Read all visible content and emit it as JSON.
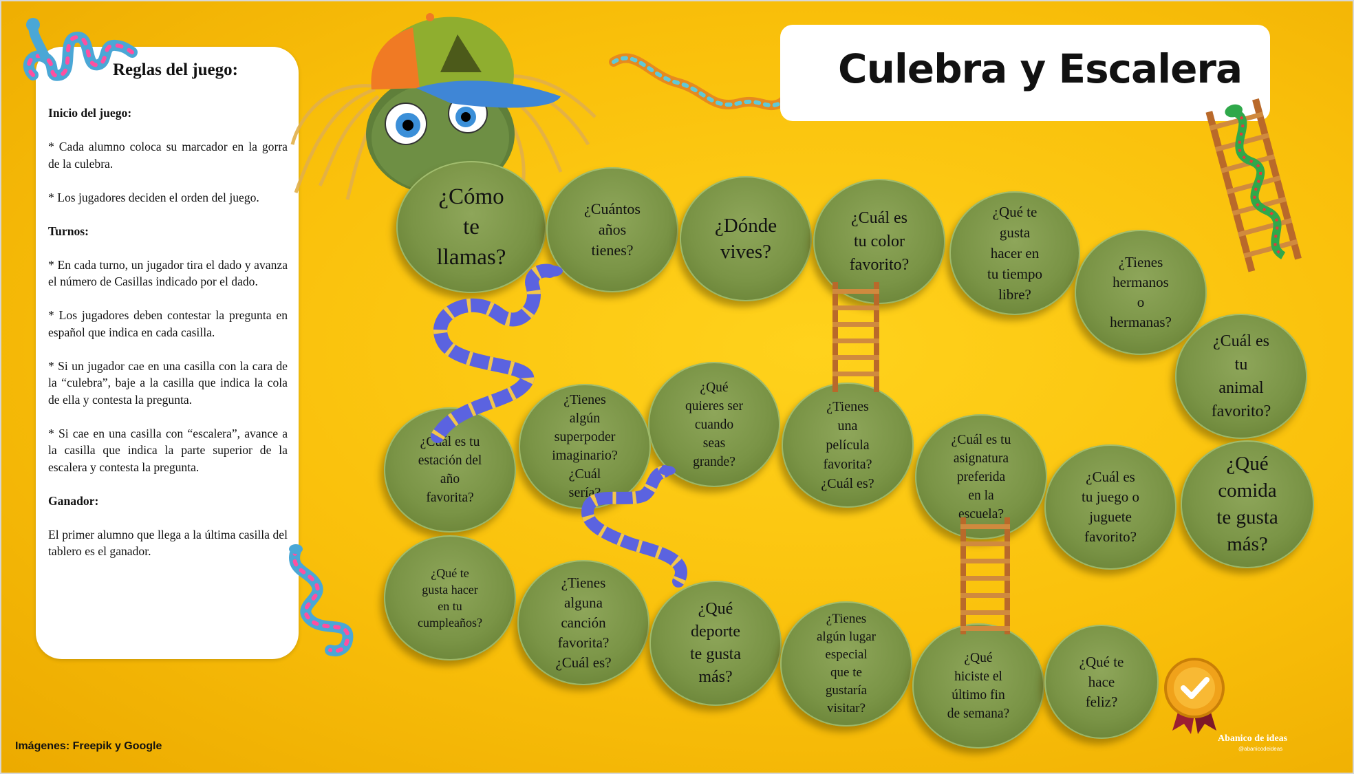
{
  "title": "Culebra y Escalera",
  "rules": {
    "title": "Reglas del juego:",
    "start_heading": "Inicio del juego:",
    "start_rule_1": "* Cada alumno coloca su marcador en la gorra de la culebra.",
    "start_rule_2": "* Los jugadores deciden el orden del juego.",
    "turns_heading": "Turnos:",
    "turn_rule_1": "* En cada turno, un jugador tira el dado y avanza el número de Casillas indicado por el dado.",
    "turn_rule_2": "* Los jugadores deben contestar la pregunta en español que indica en cada casilla.",
    "turn_rule_3": "* Si un jugador cae en una casilla con la cara de la “culebra”, baje a la casilla que indica la cola de ella y contesta la pregunta.",
    "turn_rule_4": "* Si cae en una casilla con “escalera”, avance a la casilla que indica la parte superior de la escalera y contesta la pregunta.",
    "winner_heading": "Ganador:",
    "winner_rule": "El primer alumno que llega a la última casilla del tablero es el ganador."
  },
  "cells": [
    "¿Cómo\nte\nllamas?",
    "¿Cuántos\naños\ntienes?",
    "¿Dónde\nvives?",
    "¿Cuál es\ntu color\nfavorito?",
    "¿Qué te\ngusta\nhacer en\ntu tiempo\nlibre?",
    "¿Tienes\nhermanos\no\nhermanas?",
    "¿Cuál es\ntu\nanimal\nfavorito?",
    "¿Qué\ncomida\nte gusta\nmás?",
    "¿Cuál es\ntu juego o\njuguete\nfavorito?",
    "¿Cuál es tu\nasignatura\npreferida\nen la\nescuela?",
    "¿Tienes\nuna\npelícula\nfavorita?\n¿Cuál es?",
    "¿Qué\nquieres ser\ncuando\nseas\ngrande?",
    "¿Tienes\nalgún\nsuperpoder\nimaginario?\n¿Cuál\nsería?",
    "¿Cuál es tu\nestación del\naño\nfavorita?",
    "¿Qué te\ngusta hacer\nen tu\ncumpleaños?",
    "¿Tienes\nalguna\ncanción\nfavorita?\n¿Cuál es?",
    "¿Qué\ndeporte\nte gusta\nmás?",
    "¿Tienes\nalgún lugar\nespecial\nque te\ngustaría\nvisitar?",
    "¿Qué\nhiciste el\núltimo fin\nde semana?",
    "¿Qué te\nhace\nfeliz?"
  ],
  "credit": "Imágenes: Freepik y Google",
  "brand": "Abanico de ideas",
  "brand_handle": "@abanicodeideas",
  "colors": {
    "background": "#f9bf0a",
    "cell_green": "#7a9446",
    "snake_blue": "#5b63e0",
    "snake_stripe": "#f3c64a",
    "ladder_wood": "#c97a2c",
    "medal_gold": "#f0a21a",
    "ribbon_red": "#9b1f32"
  },
  "icons": [
    "snake-icon",
    "ladder-icon",
    "snake-head-cap-icon",
    "medal-check-icon"
  ]
}
